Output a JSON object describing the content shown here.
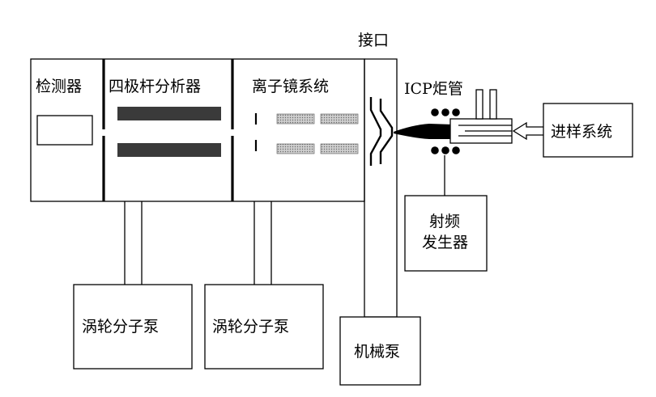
{
  "labels": {
    "detector": "检测器",
    "quadrupole": "四极杆分析器",
    "ion_lens": "离子镜系统",
    "interface": "接口",
    "icp_torch": "ICP炬管",
    "sample_intro": "进样系统",
    "rf_generator_line1": "射频",
    "rf_generator_line2": "发生器",
    "turbo_pump_1": "涡轮分子泵",
    "turbo_pump_2": "涡轮分子泵",
    "mech_pump": "机械泵"
  }
}
